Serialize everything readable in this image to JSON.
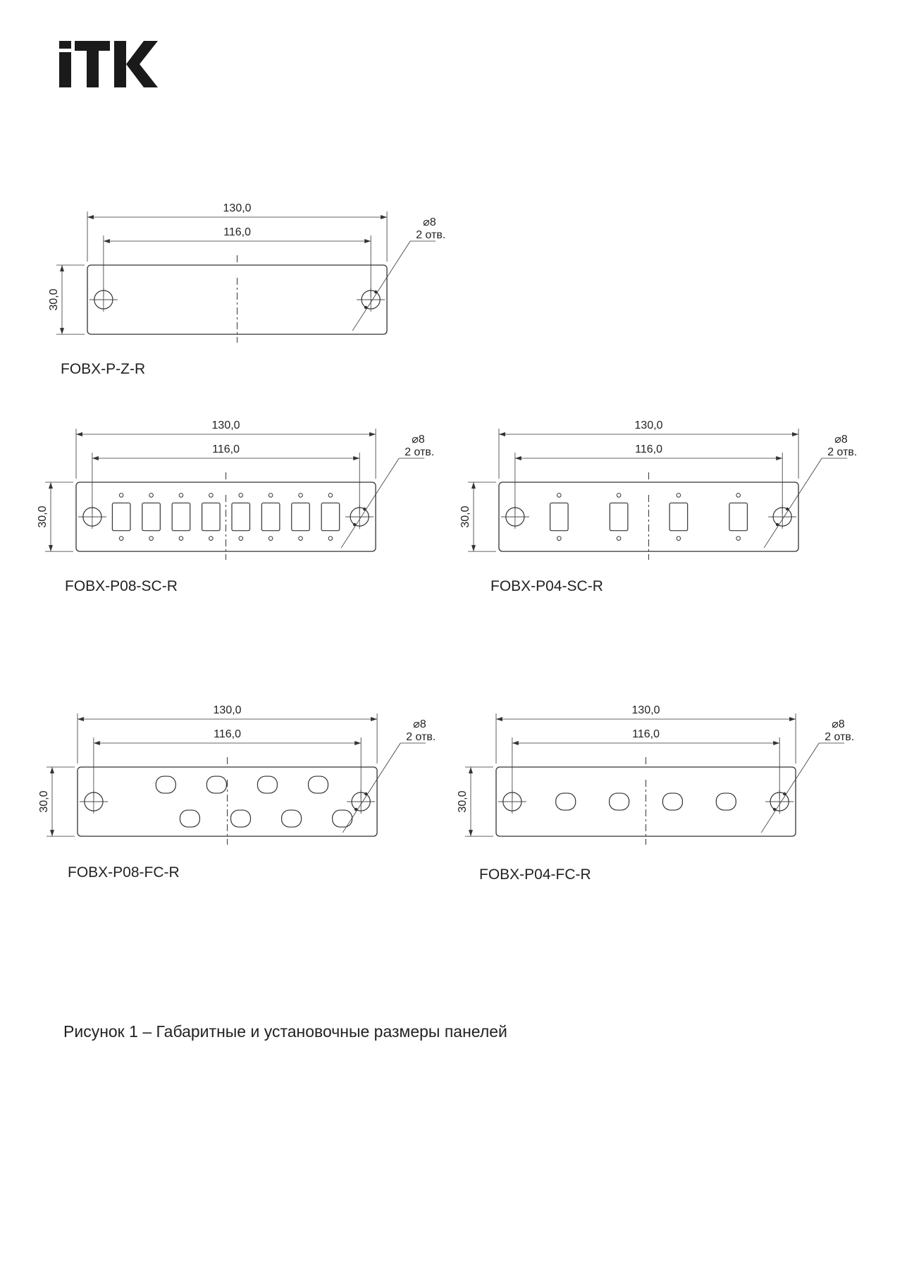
{
  "brand": {
    "logo_text": "ITK"
  },
  "panels": [
    {
      "id": "fobx-p-z-r",
      "label": "FOBX-P-Z-R",
      "overall_width": "130,0",
      "hole_spacing": "116,0",
      "height": "30,0",
      "hole_diameter": "⌀8",
      "hole_count": "2 отв.",
      "ports": {
        "type": "none",
        "count": 0
      }
    },
    {
      "id": "fobx-p08-sc-r",
      "label": "FOBX-P08-SC-R",
      "overall_width": "130,0",
      "hole_spacing": "116,0",
      "height": "30,0",
      "hole_diameter": "⌀8",
      "hole_count": "2 отв.",
      "ports": {
        "type": "sc",
        "count": 8
      }
    },
    {
      "id": "fobx-p04-sc-r",
      "label": "FOBX-P04-SC-R",
      "overall_width": "130,0",
      "hole_spacing": "116,0",
      "height": "30,0",
      "hole_diameter": "⌀8",
      "hole_count": "2 отв.",
      "ports": {
        "type": "sc",
        "count": 4
      }
    },
    {
      "id": "fobx-p08-fc-r",
      "label": "FOBX-P08-FC-R",
      "overall_width": "130,0",
      "hole_spacing": "116,0",
      "height": "30,0",
      "hole_diameter": "⌀8",
      "hole_count": "2 отв.",
      "ports": {
        "type": "fc-staggered",
        "count": 8
      }
    },
    {
      "id": "fobx-p04-fc-r",
      "label": "FOBX-P04-FC-R",
      "overall_width": "130,0",
      "hole_spacing": "116,0",
      "height": "30,0",
      "hole_diameter": "⌀8",
      "hole_count": "2 отв.",
      "ports": {
        "type": "fc",
        "count": 4
      }
    }
  ],
  "caption": "Рисунок 1 – Габаритные и установочные размеры панелей"
}
